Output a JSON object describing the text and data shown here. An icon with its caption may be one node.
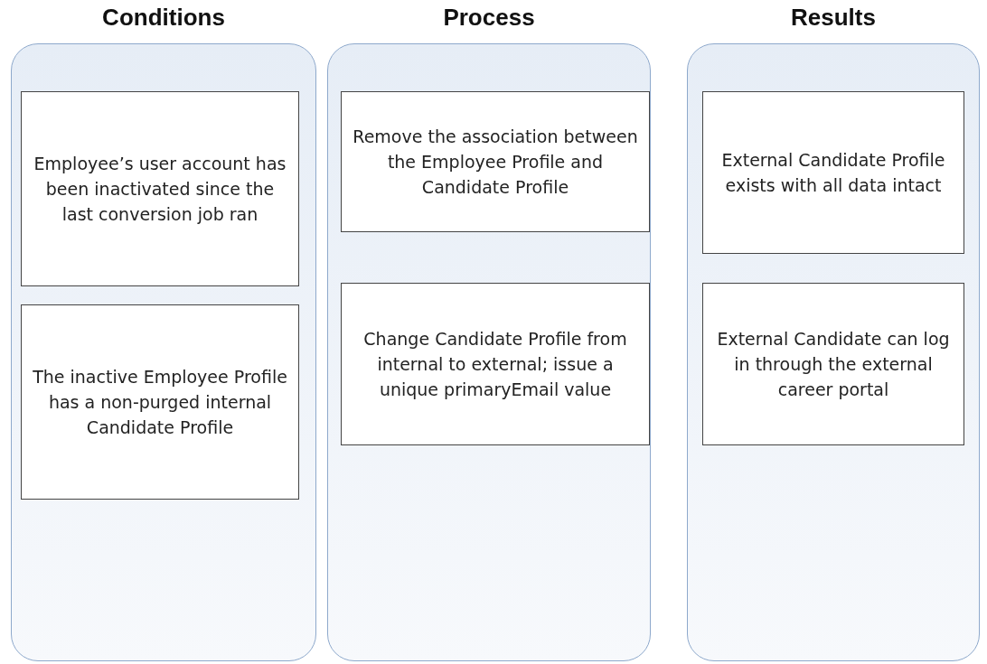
{
  "diagram": {
    "nodes": [
      {
        "text": [
          "Conditions"
        ]
      },
      {
        "text": [
          "Employee’s user account has been inactivated since the last conversion job ran"
        ],
        "in": 0
      },
      {
        "text": [
          "The inactive Employee Profile has a non-purged internal Candidate Profile"
        ],
        "in": 0
      },
      {
        "text": [
          "Process"
        ]
      },
      {
        "text": [
          "Remove the association between the Employee Profile and Candidate Profile"
        ],
        "in": 3
      },
      {
        "text": [
          "Change Candidate Profile from internal to external; issue a unique primaryEmail value"
        ],
        "in": 3
      },
      {
        "text": [
          "Results"
        ]
      },
      {
        "text": [
          "External Candidate Profile exists with all data intact"
        ],
        "in": 6
      },
      {
        "text": [
          "External Candidate can log in through the external career portal"
        ],
        "in": 6
      }
    ]
  }
}
